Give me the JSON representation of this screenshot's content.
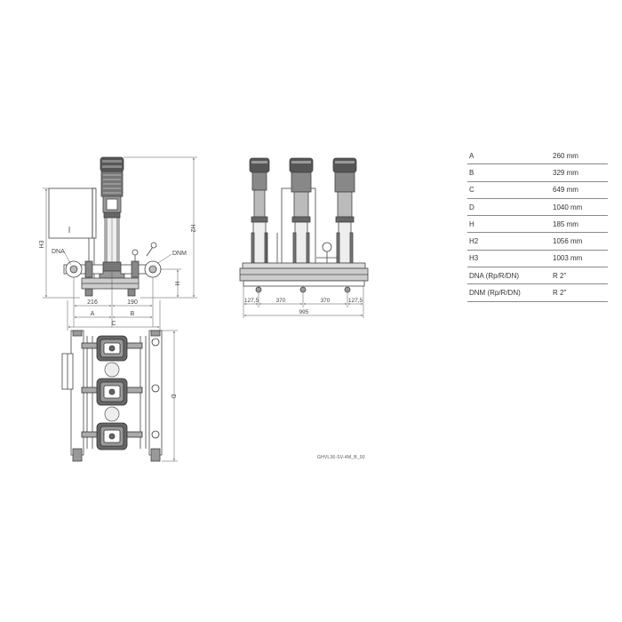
{
  "diagram": {
    "side_view": {
      "left_labels": {
        "h3": "H3",
        "dna": "DNA"
      },
      "right_labels": {
        "h2": "H2",
        "dnm": "DNM",
        "h": "H"
      },
      "bottom_dims": {
        "d216": "216",
        "d190": "190",
        "a": "A",
        "b": "B",
        "c": "C"
      }
    },
    "front_view": {
      "dims": {
        "d1275a": "127,5",
        "d370a": "370",
        "d370b": "370",
        "d1275b": "127,5",
        "d995": "995"
      }
    },
    "top_view": {
      "d": "D"
    },
    "drawing_code": "GHVL36-SV-4M_B_00"
  },
  "spec_table": {
    "rows": [
      {
        "key": "A",
        "value": "260 mm"
      },
      {
        "key": "B",
        "value": "329 mm"
      },
      {
        "key": "C",
        "value": "649 mm"
      },
      {
        "key": "D",
        "value": "1040 mm"
      },
      {
        "key": "H",
        "value": "185 mm"
      },
      {
        "key": "H2",
        "value": "1056 mm"
      },
      {
        "key": "H3",
        "value": "1003 mm"
      },
      {
        "key": "DNA (Rp/R/DN)",
        "value": "R 2\""
      },
      {
        "key": "DNM (Rp/R/DN)",
        "value": "R 2\""
      }
    ]
  }
}
